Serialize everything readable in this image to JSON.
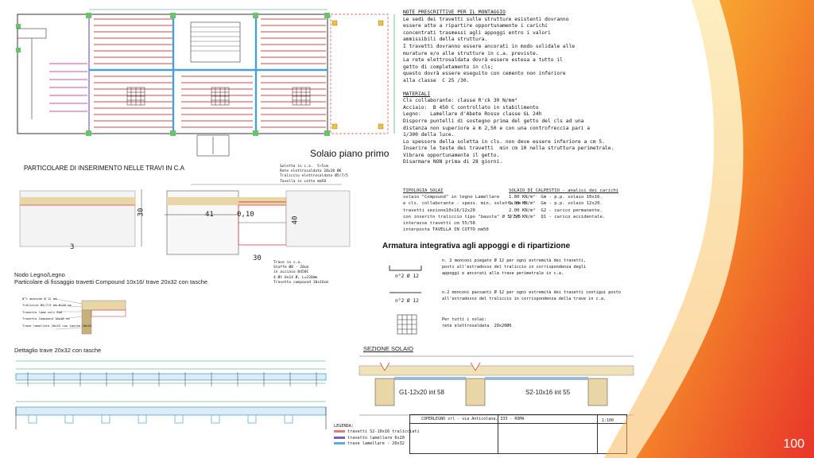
{
  "slide": {
    "page_number": "100"
  },
  "drawing": {
    "plan_title": "Solaio piano primo",
    "detail_title": "PARTICOLARE DI INSERIMENTO NELLE TRAVI IN C.A",
    "node_title": "Nodo Legno/Legno",
    "node_subtitle": "Particolare di fissaggio travetti Compound 10x16/ trave 20x32  con tasche",
    "beam_title": "Dettaglio trave 20x32 con tasche",
    "section_title": "SEZIONE SOLAIO",
    "armatura_title": "Armatura integrativa agli appoggi e di ripartizione",
    "sec_label_1": "G1-12x20 int 58",
    "sec_label_2": "S2-10x16 int 55",
    "dim_30": "30",
    "dim_40": "40",
    "dim_41": "41",
    "dim_010": "0,10",
    "dim_3": "3",
    "dim_30b": "30",
    "arm_1": "n. 2 monconi piegato Ø 12 per ogni estremità dei travetti,\nposti all'estradosso del traliccio in corrispondenza degli\nappoggi e ancorati alla trave perimetrale in c.a.",
    "arm_2": "n.2 monconi passanti Ø 12 per ogni estremità dei travetti contigui posto\nall'estradosso del traliccio in corrispondenza della trave in c.a.",
    "arm_3": "Per tutti i solai:\nrete elettrosaldata  20x20Ø6",
    "arm_lbl_1": "n°2 Ø 12",
    "arm_lbl_2": "n°2 Ø 12",
    "legend_title": "LEGENDA:",
    "legend": [
      {
        "label": "travetti S2-10x16 tralicciati",
        "color": "#e07b7b"
      },
      {
        "label": "travetto lamellare 6x20",
        "color": "#7a5fc4"
      },
      {
        "label": "trave lamellare - 20x32",
        "color": "#5bb0d8"
      }
    ],
    "title_block": "COPERLEGNO srl - via Anticolana, 333 - ROMA",
    "title_block_scale": "1:100",
    "detail_labels": "Soletta in c.a.  5+5cm\nRete elettrosaldata 20x20 Ø6\nTraliccio elettrosaldato Ø5/7/5\nTavella in cotto mm50",
    "detail_labels_2": "Trave in c.a.\nStaffe Ø8 - 20cm\nin acciaio B450C\n4 Øt Ux14 Ø, L=220mm\nTravetto compound 10x16cm",
    "node_labels": "N°1 moncone Ø 12 mm\nTraliccio Ø5/7/5 mm H=20 cm\nTravetto lama voli 6x6\nTravetto Compound 10x16 cm\nTrave lamellare 20x32 con tasche 10x16"
  },
  "notes": {
    "title": "NOTE  PRESCRITTIVE PER IL MONTAGGIO",
    "body": "Le sedi dei travetti sulle strutture esistenti dovranno\nessere atte a ripartire opportunamente i carichi\nconcentrati trasmessi agli appoggi entro i valori\nammissibili della struttura.\nI travetti dovranno essere ancorati in modo solidale alle\nmurature e/o alle strutture in c.a. previste.\nLa rete elettrosaldata dovrà essere estesa a tutto il\ngetto di completamento in cls;\nquesto dovrà essere eseguito con cemento non inferiore\nalla classe  C 25 /30.",
    "materials_title": "MATERIALI",
    "materials": "Cls collaborante: classe R'ck 30 N/mm²\nAcciaio:  B 450 C controllato in stabilimento\nLegno:   Lamellare d'Abete Rosso classe GL 24h\nDisporre puntelli di sostegno prima del getto del cls ad una\ndistanza non superiore a m 2,50 e con una controfreccia pari a\n1/300 della luce.\nLo spessore della soletta in cls. non deve essere inferiore a cm 5.\nInserire le teste dei travetti  min cm 10 nella struttura perimetrale.\nVibrare opportunamente il getto.\nDisarmare NON prima di 28 giorni.",
    "tipologia_title": "TIPOLOGIA SOLAI",
    "tipologia": "solaio \"Compound\" in legno Lamellare\ne cls. collaborante - spess. min. soletta cm 5\ntravetti sezione10x16/12x20\ncon inserito traliccio tipo \"bausta\" Ø 5/7/5\ninterasse travetti cm 55/58\ninterposta TAVELLA IN COTTO mm50",
    "calpestio_title": "SOLAIO DI CALPESTIO  -  analisi dei carichi",
    "calpestio": "1.80 KN/m²  Gm - p.p. solaio 10x16.\n1.86 KN/m²  Gm - p.p. solaio 12x20.\n2.00 KN/m²  G2 - carico permanente.\n2.50 KN/m²  Q1 - carico accidentale."
  }
}
